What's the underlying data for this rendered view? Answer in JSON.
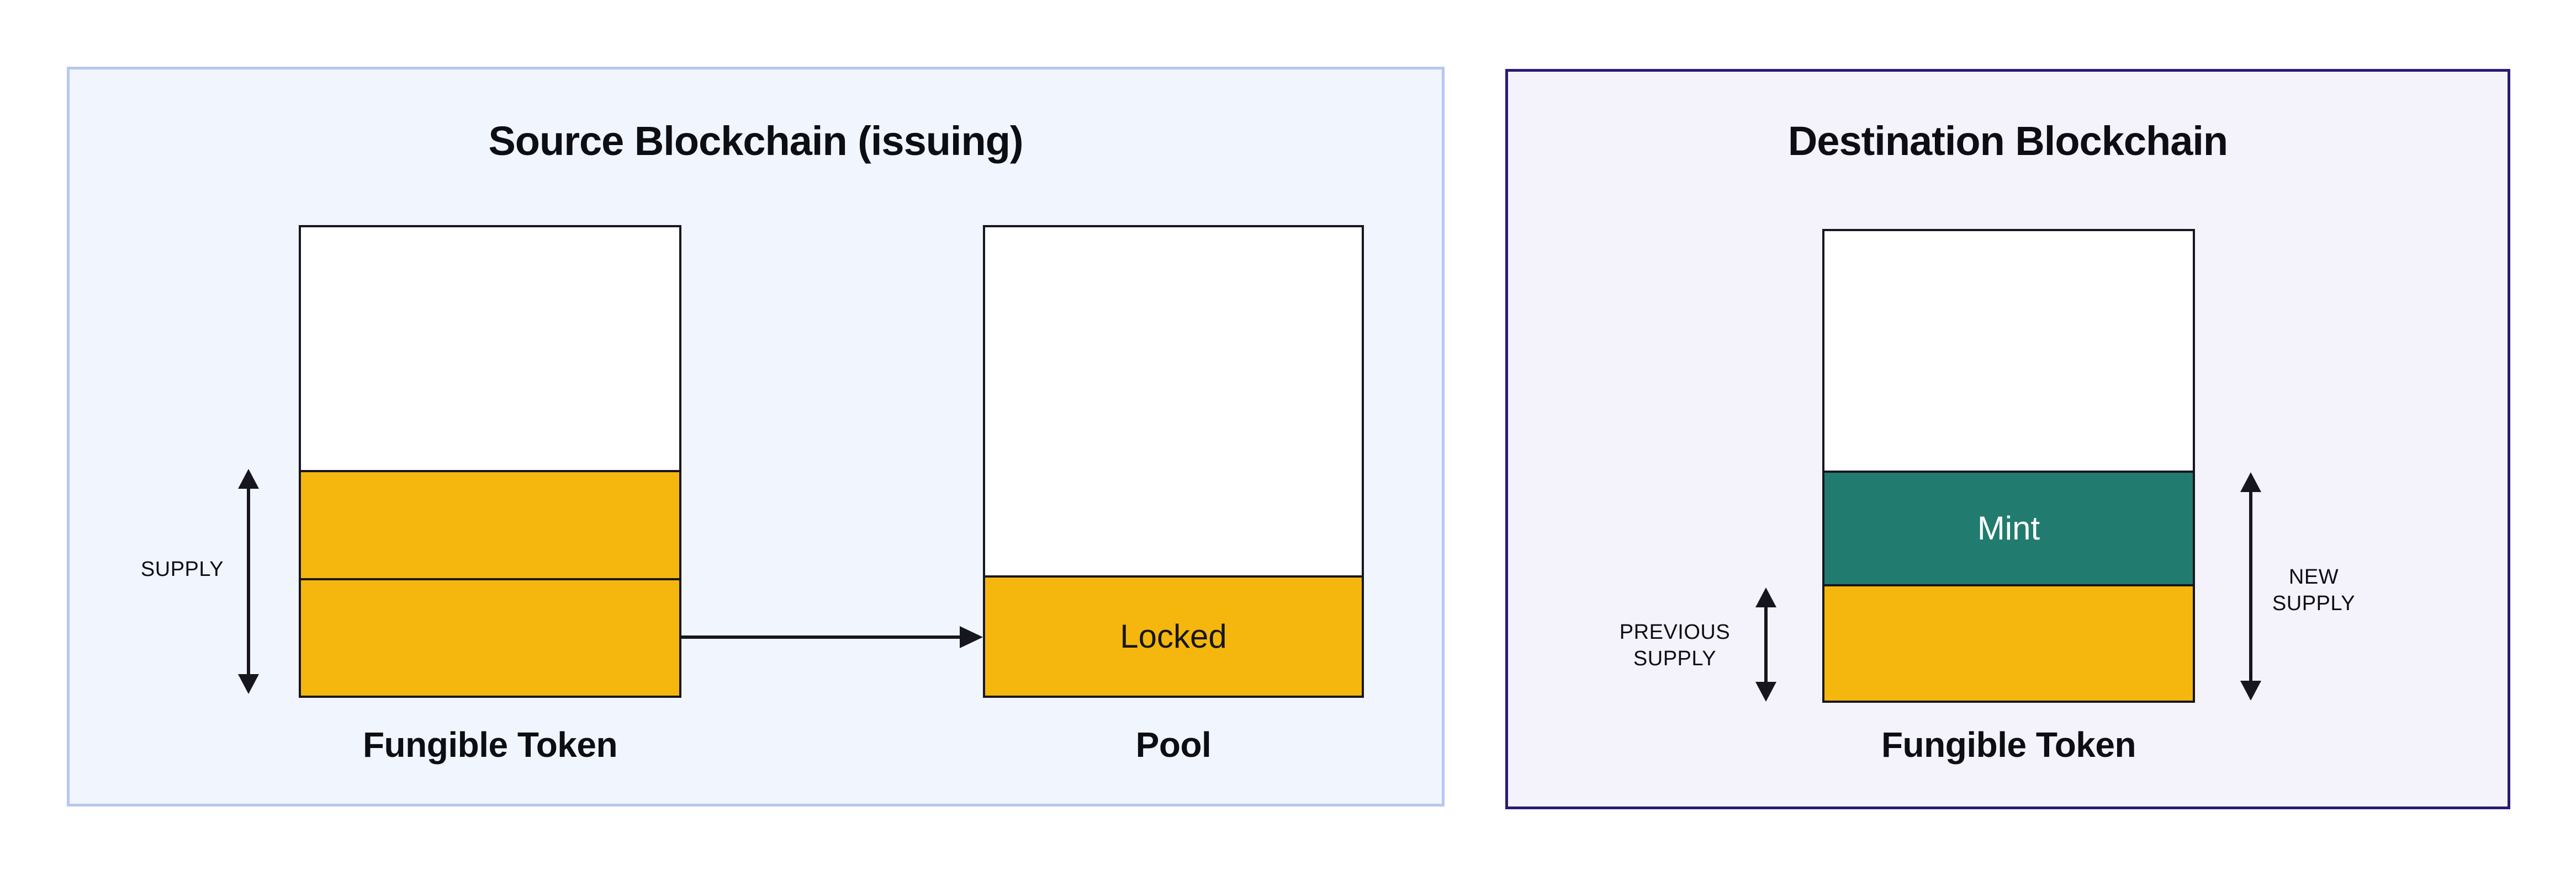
{
  "diagram": {
    "source_panel": {
      "title": "Source Blockchain (issuing)",
      "supply_label": "SUPPLY",
      "token_box_label": "Fungible Token",
      "pool_box_label": "Pool",
      "locked_label": "Locked"
    },
    "destination_panel": {
      "title": "Destination Blockchain",
      "mint_label": "Mint",
      "previous_supply_label_line1": "PREVIOUS",
      "previous_supply_label_line2": "SUPPLY",
      "new_supply_label_line1": "NEW",
      "new_supply_label_line2": "SUPPLY",
      "token_box_label": "Fungible Token"
    },
    "colors": {
      "supply_yellow": "#F5B70D",
      "mint_teal": "#227B6F",
      "source_panel_bg": "#F1F5FD",
      "source_panel_border": "#B5C8F0",
      "destination_panel_bg": "#F4F2FB",
      "destination_panel_border": "#2B1A75",
      "ink": "#16161F",
      "text": "#0D0E13"
    }
  }
}
